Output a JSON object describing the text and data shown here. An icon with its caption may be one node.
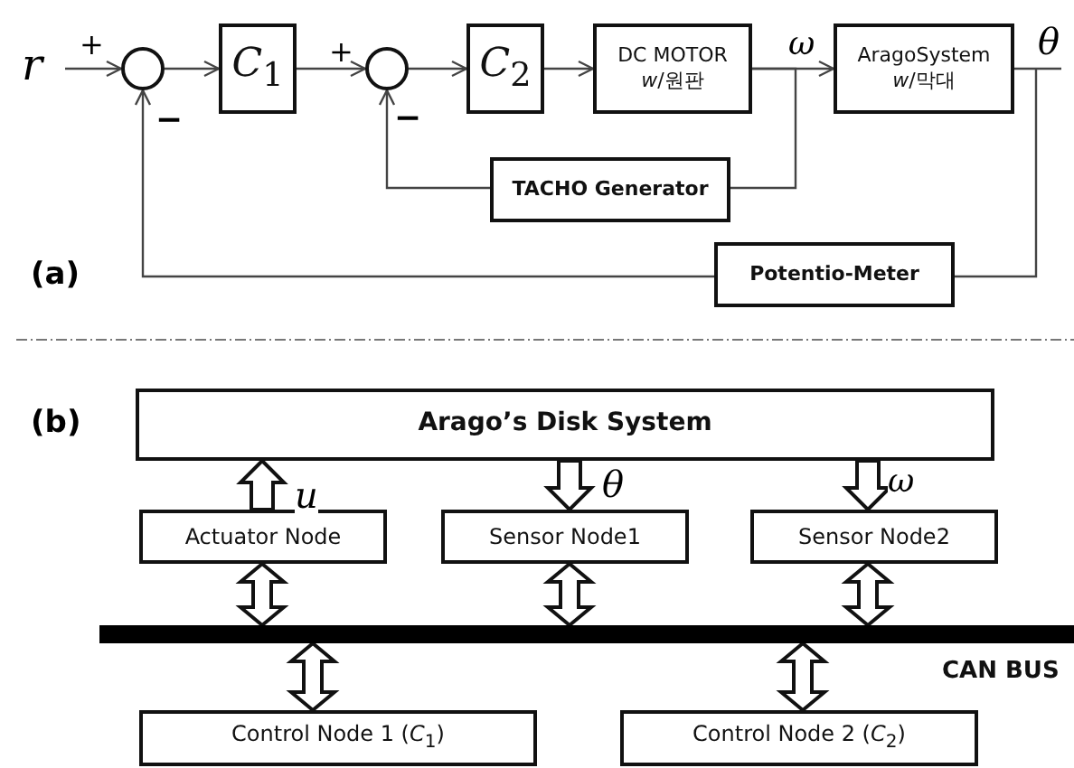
{
  "diagram": {
    "nodes": [
      {
        "text": [],
        "shape": "circle"
      },
      {
        "text": [
          "*C*$_{1}$"
        ]
      },
      {
        "text": [],
        "shape": "circle"
      },
      {
        "text": [
          "*C*$_{2}$"
        ]
      },
      {
        "text": [
          "DC MOTOR *w*/원판"
        ]
      },
      {
        "text": [
          "AragoSystem *w*/막대"
        ]
      },
      {
        "text": [
          "TACHO Generator"
        ]
      },
      {
        "text": [
          "Potentio-Meter"
        ]
      },
      {
        "text": [
          "Arago’s Disk System"
        ]
      },
      {
        "text": [
          "Actuator Node"
        ]
      },
      {
        "text": [
          "Sensor Node1"
        ]
      },
      {
        "text": [
          "Sensor Node2"
        ]
      },
      {
        "text": [],
        "shape": "bar",
        "beside": [
          "CAN BUS"
        ]
      },
      {
        "text": [
          "Control Node 1 (*C*$_{1}$)"
        ]
      },
      {
        "text": [
          "Control Node 2 (*C*$_{2}$)"
        ]
      }
    ],
    "edges": [
      {
        "from": null,
        "to": 0,
        "arrow": "to",
        "label": "r"
      },
      {
        "from": 0,
        "to": 1,
        "arrow": "to"
      },
      {
        "from": 1,
        "to": 2,
        "arrow": "to"
      },
      {
        "from": 2,
        "to": 3,
        "arrow": "to"
      },
      {
        "from": 3,
        "to": 4,
        "arrow": "to"
      },
      {
        "from": 4,
        "to": 5,
        "arrow": "to",
        "label": "ω"
      },
      {
        "from": 4,
        "to": 6,
        "arrow": "none"
      },
      {
        "from": 6,
        "to": 2,
        "arrow": "to"
      },
      {
        "from": 5,
        "to": 7,
        "arrow": "none",
        "label": "θ"
      },
      {
        "from": 7,
        "to": 0,
        "arrow": "to"
      },
      {
        "from": 9,
        "to": 8,
        "arrow": "to",
        "label": "u"
      },
      {
        "from": 8,
        "to": 10,
        "arrow": "to",
        "label": "θ"
      },
      {
        "from": 8,
        "to": 11,
        "arrow": "to",
        "label": "ω"
      },
      {
        "from": 9,
        "to": 12,
        "arrow": "both"
      },
      {
        "from": 10,
        "to": 12,
        "arrow": "both"
      },
      {
        "from": 11,
        "to": 12,
        "arrow": "both"
      },
      {
        "from": 12,
        "to": 13,
        "arrow": "both"
      },
      {
        "from": 12,
        "to": 14,
        "arrow": "both"
      }
    ],
    "labels": [
      "+",
      "+",
      "−",
      "−",
      "(a)",
      "(b)"
    ]
  }
}
